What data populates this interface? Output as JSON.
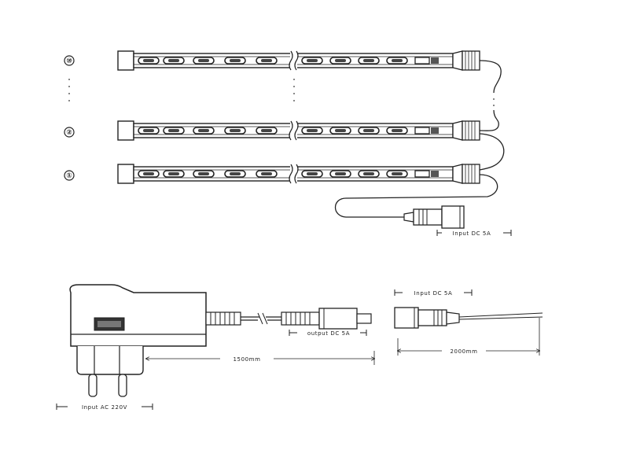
{
  "strips": {
    "top_marker": "⑩",
    "mid_marker": "②",
    "bottom_marker": "①"
  },
  "labels": {
    "strip_input": "Input DC 5A",
    "adapter_input": "Input AC 220V",
    "adapter_output": "output DC 5A",
    "cable_input": "Input DC 5A",
    "adapter_cable_length": "1500mm",
    "extension_cable_length": "2000mm"
  }
}
